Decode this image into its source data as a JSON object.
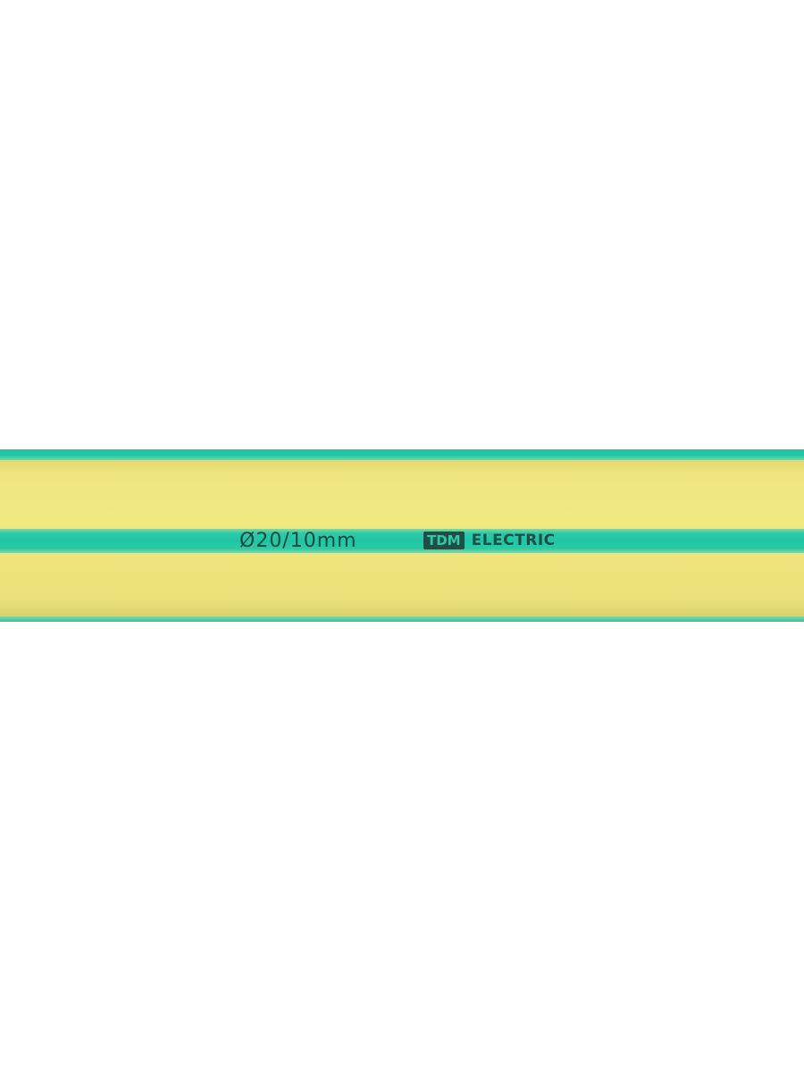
{
  "tube": {
    "colors": {
      "body": "#f0e880",
      "stripe": "#1ec6a5",
      "ink": "#1d4a40"
    },
    "marking": {
      "size": "Ø20/10mm",
      "brand_box": "TDM",
      "brand_word": "ELECTRIC"
    }
  }
}
